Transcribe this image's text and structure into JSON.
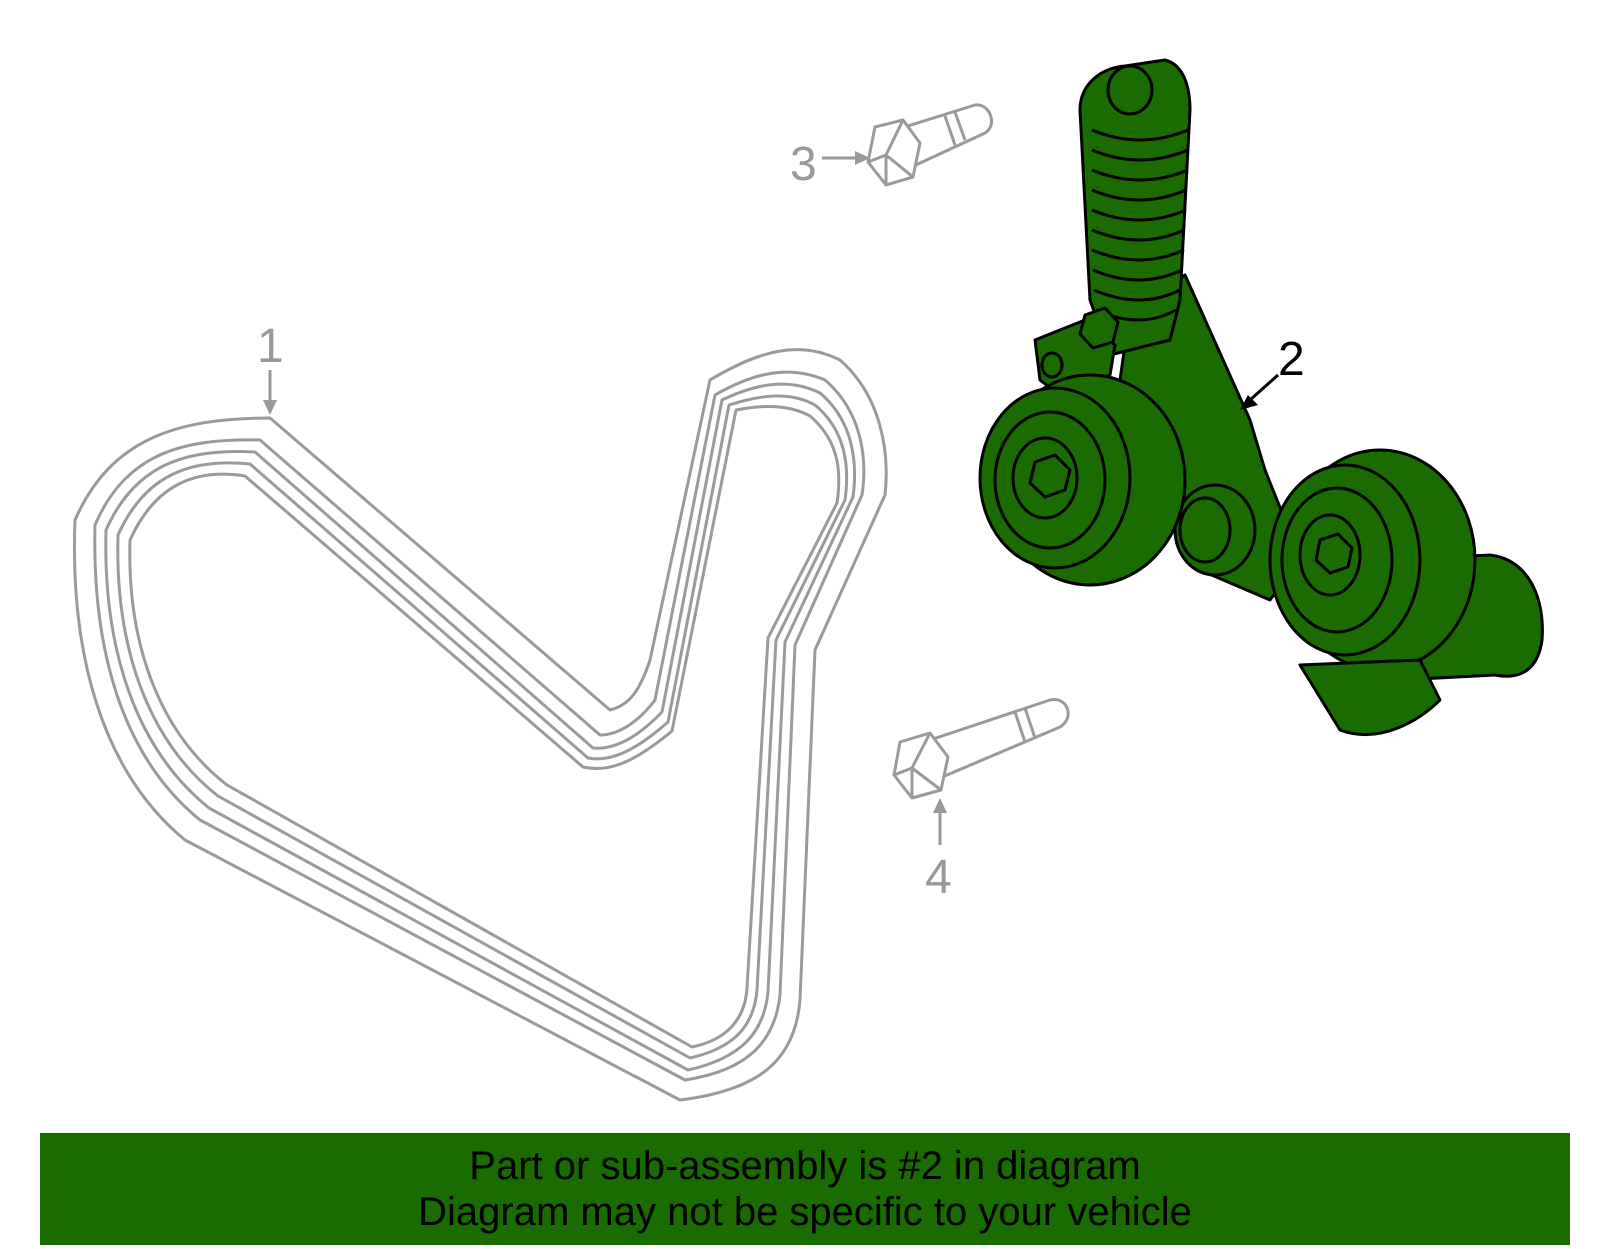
{
  "callouts": {
    "belt": "1",
    "tensioner": "2",
    "upper_bolt": "3",
    "lower_bolt": "4"
  },
  "banner": {
    "line1": "Part or sub-assembly is #2 in diagram",
    "line2": "Diagram may not be specific to your vehicle"
  },
  "colors": {
    "highlight": "#1a6b00",
    "outline_grey": "#999999",
    "outline_black": "#000000"
  }
}
